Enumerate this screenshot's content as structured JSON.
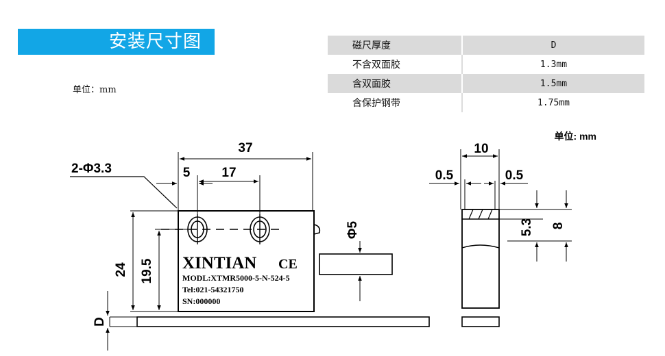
{
  "title": "安装尺寸图",
  "unit_label_left": "单位：mm",
  "table": {
    "rows": [
      {
        "label": "磁尺厚度",
        "value": "D"
      },
      {
        "label": "不含双面胶",
        "value": "1.3mm"
      },
      {
        "label": "含双面胶",
        "value": "1.5mm"
      },
      {
        "label": "含保护钢带",
        "value": "1.75mm"
      }
    ]
  },
  "drawing": {
    "unit_label": "单位: mm",
    "hole_callout": "2-Φ3.3",
    "dims": {
      "overall_length": "37",
      "hole_offset": "5",
      "hole_spacing": "17",
      "height": "24",
      "hole_height": "19.5",
      "cable_dia": "Φ5",
      "tape_thickness": "D",
      "side_width": "10",
      "side_left_gap": "0.5",
      "side_right_gap": "0.5",
      "side_inner": "5.3",
      "side_outer": "8"
    },
    "sensor_text": {
      "brand": "XINTIAN",
      "mark": "CE",
      "model": "MODL:XTMR5000-5-N-524-5",
      "tel": "Tel:021-54321750",
      "sn": "SN:000000"
    }
  }
}
